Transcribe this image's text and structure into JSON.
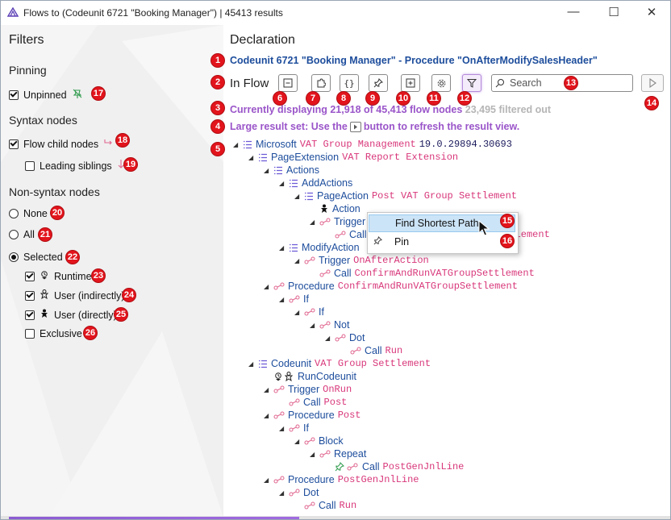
{
  "window": {
    "title": "Flows to (Codeunit 6721 \"Booking Manager\") | 45413 results",
    "controls": {
      "minimize": "—",
      "maximize": "☐",
      "close": "✕"
    }
  },
  "filters": {
    "title": "Filters",
    "pinning": {
      "heading": "Pinning",
      "unpinned": {
        "label": "Unpinned",
        "checked": true
      }
    },
    "syntax": {
      "heading": "Syntax nodes",
      "flow_child": {
        "label": "Flow child nodes",
        "checked": true
      },
      "leading_siblings": {
        "label": "Leading siblings",
        "checked": false
      }
    },
    "non_syntax": {
      "heading": "Non-syntax nodes",
      "none": {
        "label": "None",
        "selected": false
      },
      "all": {
        "label": "All",
        "selected": false
      },
      "selected": {
        "label": "Selected",
        "selected": true
      },
      "runtime": {
        "label": "Runtime",
        "checked": true
      },
      "user_indirect": {
        "label": "User (indirectly)",
        "checked": true
      },
      "user_direct": {
        "label": "User (directly)",
        "checked": true
      },
      "exclusive": {
        "label": "Exclusive",
        "checked": false
      }
    }
  },
  "main": {
    "title": "Declaration",
    "declaration": "Codeunit 6721 \"Booking Manager\"  -  Procedure \"OnAfterModifySalesHeader\"",
    "in_flow": "In Flow",
    "search_placeholder": "Search",
    "status_main": "Currently displaying 21,918 of 45,413 flow nodes",
    "status_filtered": "23,495 filtered out",
    "warn_pre": "Large result set: Use the",
    "warn_post": "button to refresh the result view."
  },
  "tree": [
    {
      "kind": "Microsoft",
      "name": "VAT Group Management",
      "ver": "19.0.29894.30693"
    },
    {
      "kind": "PageExtension",
      "name": "VAT Report Extension"
    },
    {
      "kind": "Actions",
      "name": ""
    },
    {
      "kind": "AddActions",
      "name": ""
    },
    {
      "kind": "PageAction",
      "name": "Post VAT Group Settlement"
    },
    {
      "kind": "Action",
      "name": ""
    },
    {
      "kind": "Trigger",
      "name": ""
    },
    {
      "kind": "Call",
      "name": "ConfirmAndRunVATGroupSettlement"
    },
    {
      "kind": "ModifyAction",
      "name": ""
    },
    {
      "kind": "Trigger",
      "name": "OnAfterAction"
    },
    {
      "kind": "Call",
      "name": "ConfirmAndRunVATGroupSettlement"
    },
    {
      "kind": "Procedure",
      "name": "ConfirmAndRunVATGroupSettlement"
    },
    {
      "kind": "If",
      "name": ""
    },
    {
      "kind": "If",
      "name": ""
    },
    {
      "kind": "Not",
      "name": ""
    },
    {
      "kind": "Dot",
      "name": ""
    },
    {
      "kind": "Call",
      "name": "Run"
    },
    {
      "kind": "Codeunit",
      "name": "VAT Group Settlement"
    },
    {
      "kind": "RunCodeunit",
      "name": ""
    },
    {
      "kind": "Trigger",
      "name": "OnRun"
    },
    {
      "kind": "Call",
      "name": "Post"
    },
    {
      "kind": "Procedure",
      "name": "Post"
    },
    {
      "kind": "If",
      "name": ""
    },
    {
      "kind": "Block",
      "name": ""
    },
    {
      "kind": "Repeat",
      "name": ""
    },
    {
      "kind": "Call",
      "name": "PostGenJnlLine"
    },
    {
      "kind": "Procedure",
      "name": "PostGenJnlLine"
    },
    {
      "kind": "Dot",
      "name": ""
    },
    {
      "kind": "Call",
      "name": "Run"
    }
  ],
  "context_menu": {
    "find": "Find Shortest Path",
    "pin": "Pin"
  },
  "badges": [
    "1",
    "2",
    "3",
    "4",
    "5",
    "6",
    "7",
    "8",
    "9",
    "10",
    "11",
    "12",
    "13",
    "14",
    "15",
    "16",
    "17",
    "18",
    "19",
    "20",
    "21",
    "22",
    "23",
    "24",
    "25",
    "26"
  ],
  "colors": {
    "accent": "#9a55c9",
    "link": "#1d4d9c",
    "name": "#d8377a",
    "badge": "#e2141c"
  }
}
